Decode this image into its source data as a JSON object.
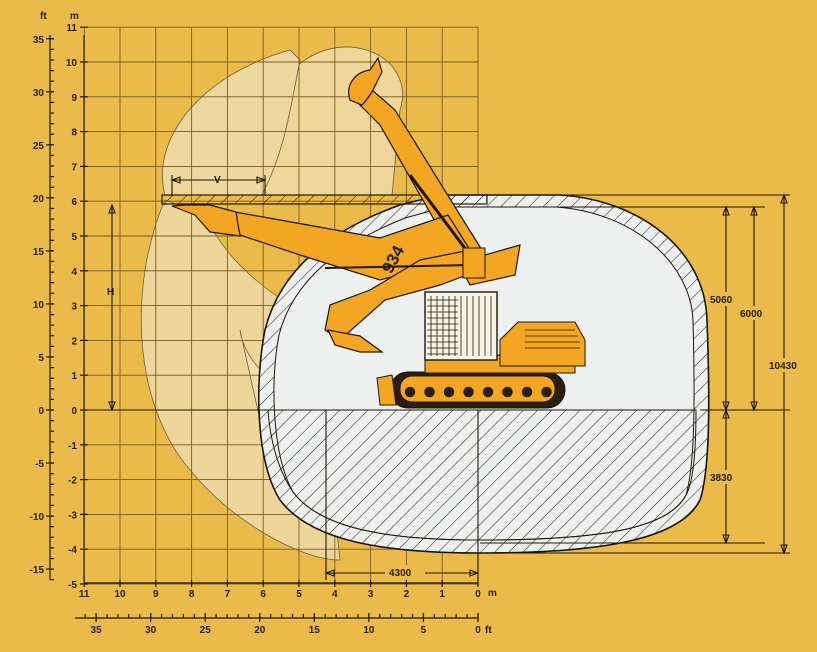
{
  "units": {
    "feet": "ft",
    "meters": "m",
    "meters_bottom": "m",
    "feet_bottom": "ft"
  },
  "left_ft_labels": [
    "35",
    "30",
    "25",
    "20",
    "15",
    "10",
    "5",
    "0",
    "-5",
    "-10",
    "-15"
  ],
  "left_m_labels": [
    "11",
    "10",
    "9",
    "8",
    "7",
    "6",
    "5",
    "4",
    "3",
    "2",
    "1",
    "0",
    "-1",
    "-2",
    "-3",
    "-4",
    "-5"
  ],
  "bottom_m_labels": [
    "11",
    "10",
    "9",
    "8",
    "7",
    "6",
    "5",
    "4",
    "3",
    "2",
    "1",
    "0"
  ],
  "bottom_ft_labels": [
    "35",
    "30",
    "25",
    "20",
    "15",
    "10",
    "5",
    "0"
  ],
  "labels": {
    "V": "V",
    "H": "H"
  },
  "model_badge": "934",
  "dimensions": {
    "d5060": "5060",
    "d6000": "6000",
    "d10430": "10430",
    "d3830": "3830",
    "d4300": "4300"
  },
  "colors": {
    "background": "#eabb4b",
    "machine": "#f3a524",
    "tunnel_fill": "#eef0f0",
    "grid": "#7a5a20"
  }
}
